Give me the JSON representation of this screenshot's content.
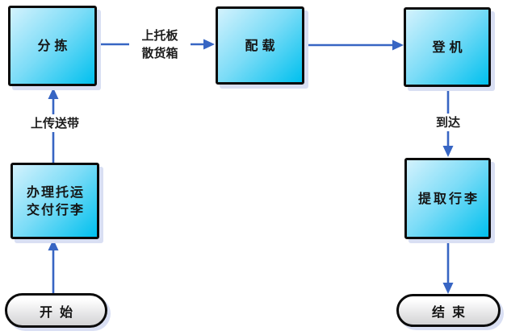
{
  "diagram_title": "baggage-handling-flowchart",
  "nodes": {
    "sort": "分拣",
    "stow": "配载",
    "board": "登机",
    "checkin1": "办理托运",
    "checkin2": "交付行李",
    "claim": "提取行李",
    "start": "开始",
    "end": "结束"
  },
  "edges": {
    "conveyor": "上传送带",
    "pallet1": "上托板",
    "pallet2": "散货箱",
    "arrive": "到达"
  },
  "flow": [
    {
      "from": "开始",
      "to": "办理托运交付行李",
      "label": ""
    },
    {
      "from": "办理托运交付行李",
      "to": "分拣",
      "label": "上传送带"
    },
    {
      "from": "分拣",
      "to": "配载",
      "label": "上托板 散货箱"
    },
    {
      "from": "配载",
      "to": "登机",
      "label": ""
    },
    {
      "from": "登机",
      "to": "提取行李",
      "label": "到达"
    },
    {
      "from": "提取行李",
      "to": "结束",
      "label": ""
    }
  ],
  "colors": {
    "arrow": "#3765c3",
    "box_fill_light": "#d3f2fd",
    "box_fill_dark": "#00c0ee",
    "box_border": "#0b0b0b",
    "shadow": "#d9dff3",
    "terminator_fill_top": "#ffffff",
    "terminator_fill_bottom": "#d3d3d5",
    "text": "#141414",
    "background": "#ffffff"
  }
}
